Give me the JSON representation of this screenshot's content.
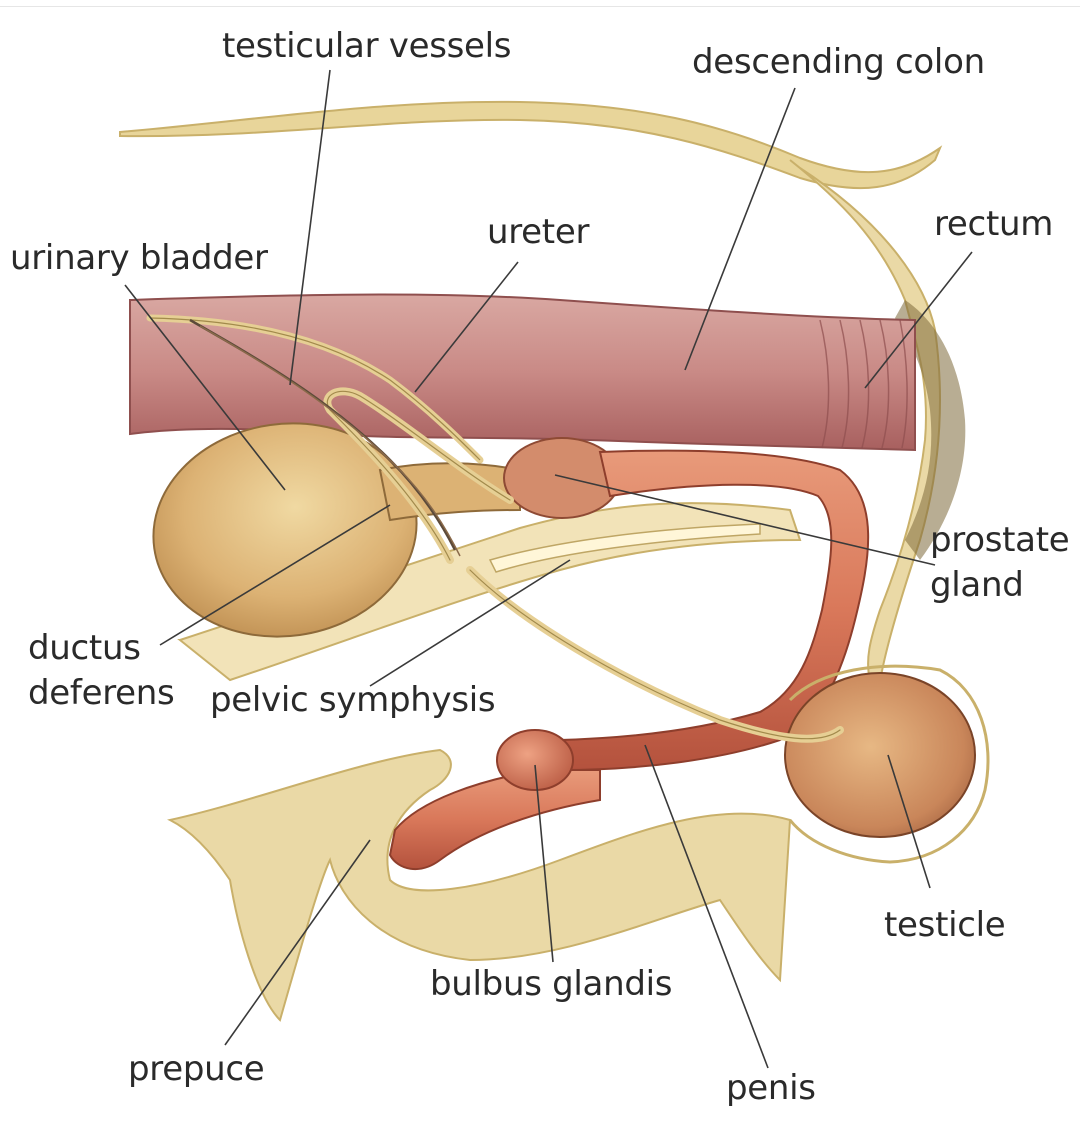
{
  "diagram": {
    "labels": {
      "testicular_vessels": "testicular vessels",
      "descending_colon": "descending colon",
      "urinary_bladder": "urinary bladder",
      "ureter": "ureter",
      "rectum": "rectum",
      "prostate_gland_line1": "prostate",
      "prostate_gland_line2": "gland",
      "ductus_deferens_line1": "ductus",
      "ductus_deferens_line2": "deferens",
      "pelvic_symphysis": "pelvic symphysis",
      "testicle": "testicle",
      "bulbus_glandis": "bulbus glandis",
      "prepuce": "prepuce",
      "penis": "penis"
    },
    "colors": {
      "colon": "#c98a86",
      "colon_shadow": "#a8605f",
      "penis": "#d9785a",
      "penis_shadow": "#b4523d",
      "bladder": "#dcb274",
      "bladder_shadow": "#b8874a",
      "bone": "#f2e3b8",
      "skin": "#e8d59a",
      "leader_line": "#3a3a3a"
    }
  }
}
